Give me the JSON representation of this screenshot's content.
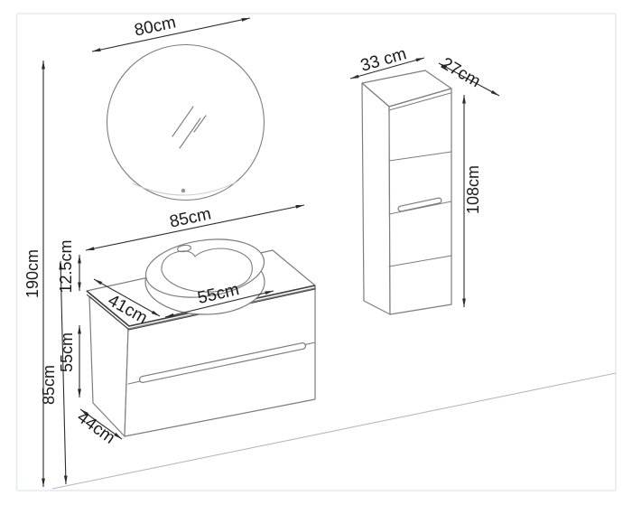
{
  "drawing": {
    "kind": "bathroom furniture dimension drawing",
    "objects": [
      "round-mirror",
      "vessel-basin",
      "vanity-cabinet",
      "tall-side-cabinet",
      "floor-line"
    ]
  },
  "dimensions": {
    "mirror_diameter": "80cm",
    "overall_height": "190cm",
    "vanity_width": "85cm",
    "basin_width": "55cm",
    "counter_depth": "41cm",
    "basin_height": "12.5cm",
    "vanity_cabinet_height": "55cm",
    "floor_to_countertop": "85cm",
    "vanity_depth": "44cm",
    "tall_cabinet_width": "33 cm",
    "tall_cabinet_depth": "27cm",
    "tall_cabinet_height": "108cm"
  },
  "colors": {
    "dimension_lines": "#2c2c2c",
    "label_text": "#1a1a1a",
    "furniture_lines": "#7d7d7d",
    "counter_edge": "#3f3f3f",
    "floor_line": "#b9b9b9",
    "canvas_border": "#e7e9f1",
    "background": "#ffffff"
  }
}
